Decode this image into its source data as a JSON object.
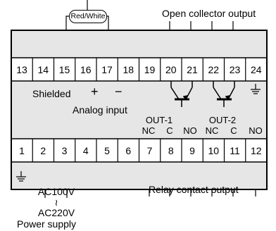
{
  "wire_color": "Red/White",
  "open_collector_output": "Open collector output",
  "top_terminals": [
    "13",
    "14",
    "15",
    "16",
    "17",
    "18",
    "19",
    "20",
    "21",
    "22",
    "23",
    "24"
  ],
  "bottom_terminals": [
    "1",
    "2",
    "3",
    "4",
    "5",
    "6",
    "7",
    "8",
    "9",
    "10",
    "11",
    "12"
  ],
  "analog": {
    "shielded": "Shielded",
    "plus": "+",
    "minus": "−",
    "label": "Analog input"
  },
  "out1": {
    "title": "OUT-1",
    "nc": "NC",
    "c": "C",
    "no": "NO"
  },
  "out2": {
    "title": "OUT-2",
    "nc": "NC",
    "c": "C",
    "no": "NO"
  },
  "relay_contact_output": "Relay contact output",
  "power": {
    "ac_low": "AC100V",
    "tilde": "≀",
    "ac_high": "AC220V",
    "label": "Power supply"
  },
  "colors": {
    "line": "#000000",
    "panel_fill": "#e6e6e6",
    "background": "#ffffff"
  },
  "icons": {
    "ground": "ground-icon",
    "transistor": "transistor-icon"
  }
}
